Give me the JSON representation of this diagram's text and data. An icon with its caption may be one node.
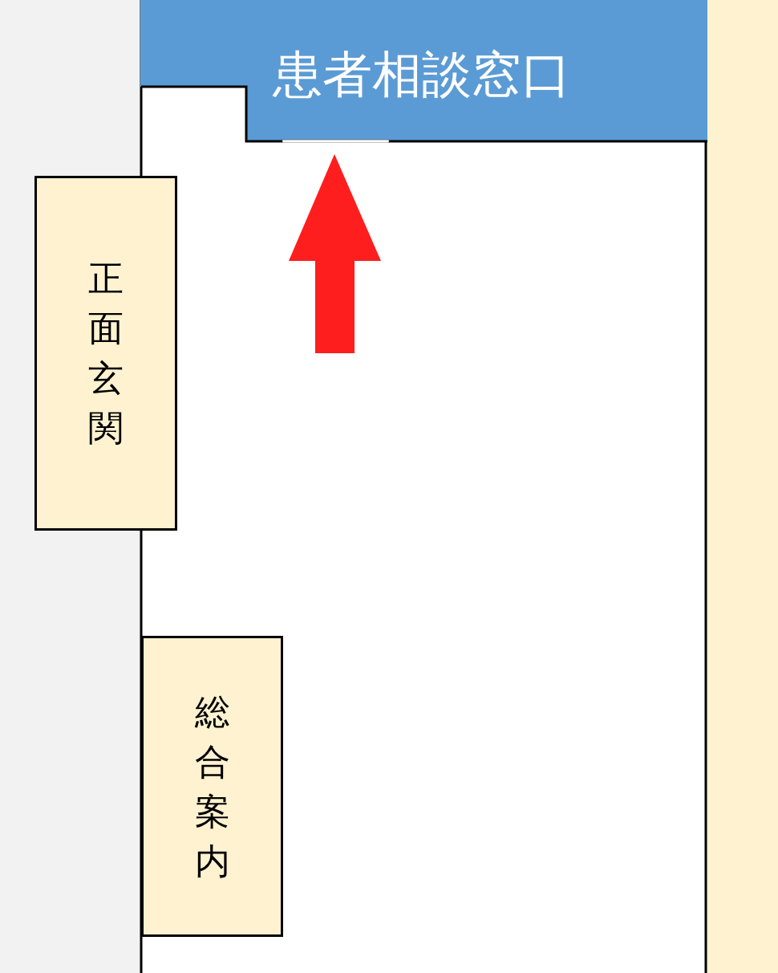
{
  "diagram": {
    "nodes": [
      {
        "text": [
          "患者相談窓口"
        ]
      },
      {
        "text": [
          "正面玄関"
        ]
      },
      {
        "text": [
          "総合案内"
        ]
      }
    ]
  }
}
